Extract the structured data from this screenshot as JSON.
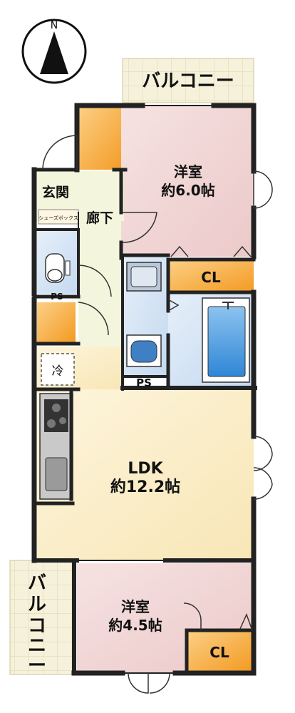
{
  "compass": {
    "north_label": "N"
  },
  "rooms": {
    "balcony_top": {
      "label": "バルコニー"
    },
    "western_room_1": {
      "name": "洋室",
      "size": "約6.0帖"
    },
    "entrance": {
      "label": "玄関"
    },
    "shoe_box": {
      "label": "シューズボックス"
    },
    "hallway": {
      "label": "廊下"
    },
    "closet_1": {
      "label": "CL"
    },
    "ps_1": {
      "label": "PS"
    },
    "fridge": {
      "label": "冷"
    },
    "ps_2": {
      "label": "PS"
    },
    "ldk": {
      "name": "LDK",
      "size": "約12.2帖"
    },
    "balcony_side": {
      "chars": [
        "バ",
        "ル",
        "コ",
        "ニ",
        "ー"
      ]
    },
    "western_room_2": {
      "name": "洋室",
      "size": "約4.5帖"
    },
    "closet_2": {
      "label": "CL"
    }
  },
  "colors": {
    "wall": "#222222",
    "bedroom_fill": "#f1d9d9",
    "ldk_fill": "#fbf0d0",
    "hall_fill": "#f3f5dc",
    "wet_fill": "#d4e4f5",
    "closet_fill": "#f6b14a",
    "storage_fill": "#f59a2a",
    "balcony_fill": "#f4f0d8",
    "tub_fill": "#4a9ae0"
  }
}
